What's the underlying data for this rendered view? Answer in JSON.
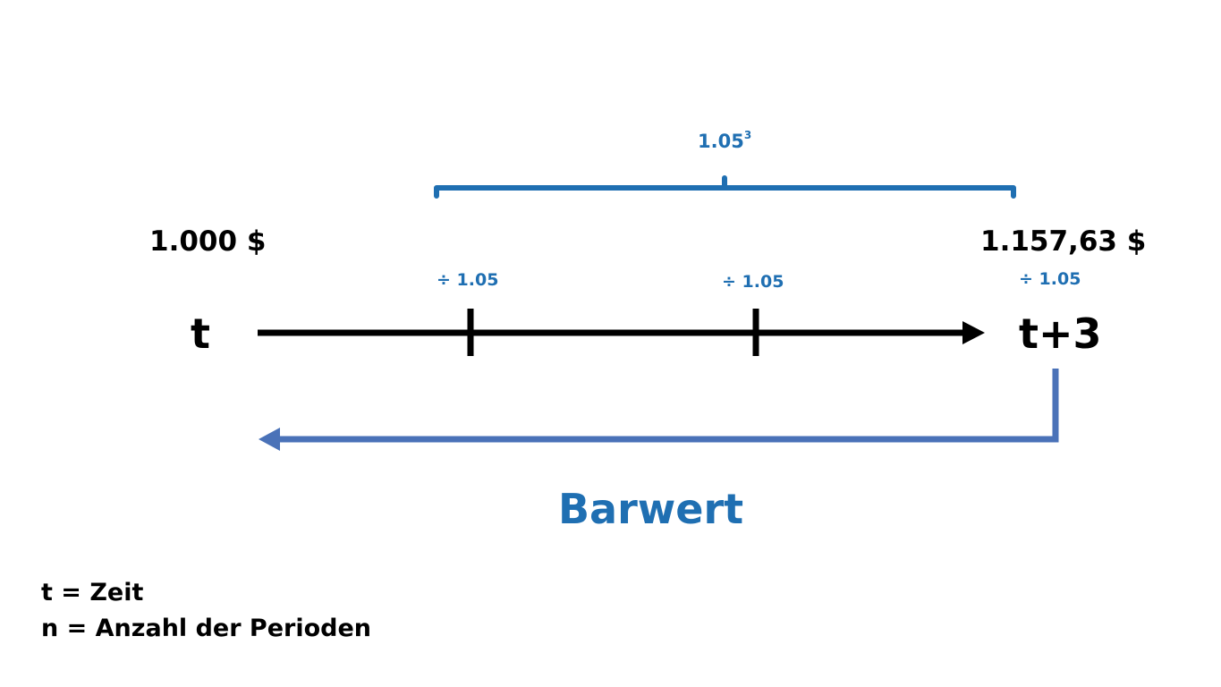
{
  "diagram": {
    "compound_factor": {
      "base": "1.05",
      "exponent": "3"
    },
    "start_amount": "1.000 $",
    "end_amount": "1.157,63 $",
    "divisors": [
      "÷ 1.05",
      "÷ 1.05",
      "÷ 1.05"
    ],
    "start_label": "t",
    "end_label": "t+3",
    "direction_label": "Barwert"
  },
  "legend": {
    "line1": "t = Zeit",
    "line2": "n = Anzahl der Perioden"
  },
  "colors": {
    "text": "#000000",
    "accent_blue": "#1f6fb2",
    "arrow_blue": "#4a72b8"
  }
}
